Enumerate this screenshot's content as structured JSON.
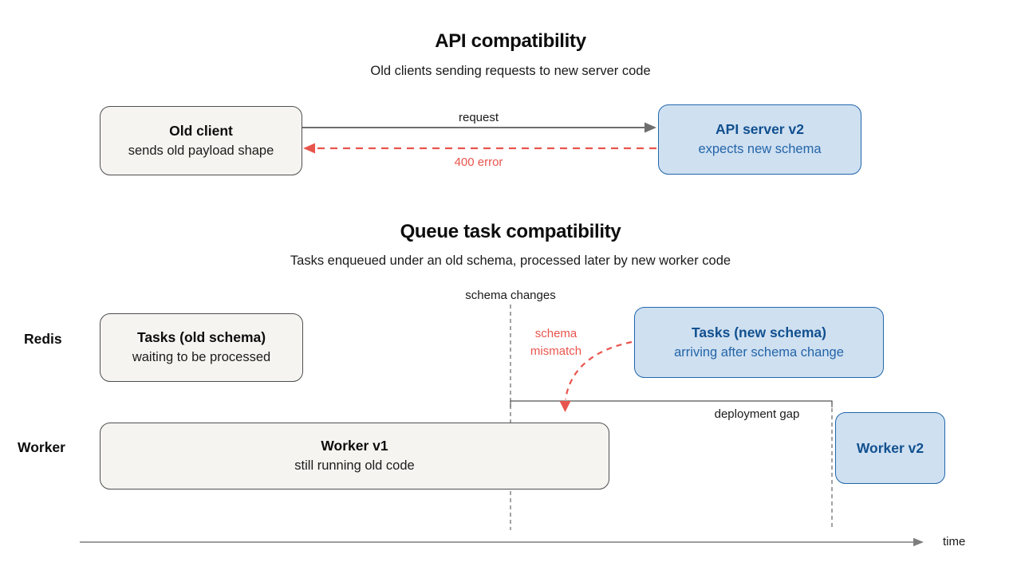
{
  "api_section": {
    "title": "API compatibility",
    "subtitle": "Old clients sending requests to new server code",
    "old_client": {
      "title": "Old client",
      "subtitle": "sends old payload shape"
    },
    "api_server": {
      "title": "API server v2",
      "subtitle": "expects new schema"
    },
    "request_arrow_label": "request",
    "error_arrow_label": "400 error"
  },
  "queue_section": {
    "title": "Queue task compatibility",
    "subtitle": "Tasks enqueued under an old schema, processed later by new worker code",
    "schema_changes_label": "schema changes",
    "schema_mismatch_line1": "schema",
    "schema_mismatch_line2": "mismatch",
    "deployment_gap_label": "deployment gap",
    "redis_row_label": "Redis",
    "worker_row_label": "Worker",
    "tasks_old": {
      "title": "Tasks (old schema)",
      "subtitle": "waiting to be processed"
    },
    "tasks_new": {
      "title": "Tasks (new schema)",
      "subtitle": "arriving after schema change"
    },
    "worker_v1": {
      "title": "Worker v1",
      "subtitle": "still running old code"
    },
    "worker_v2": {
      "title": "Worker v2"
    },
    "time_label": "time"
  },
  "colors": {
    "neutral_box_bg": "#f5f4f1",
    "neutral_box_border": "#4f4f4f",
    "blue_box_bg": "#cfe0f1",
    "blue_box_border": "#2166ab",
    "blue_title_text": "#11508f",
    "blue_sub_text": "#2465a8",
    "error_red": "#e8554d",
    "arrow_gray": "#6e6e6e",
    "guide_gray": "#666666",
    "timeline_gray": "#7d7d7d"
  }
}
